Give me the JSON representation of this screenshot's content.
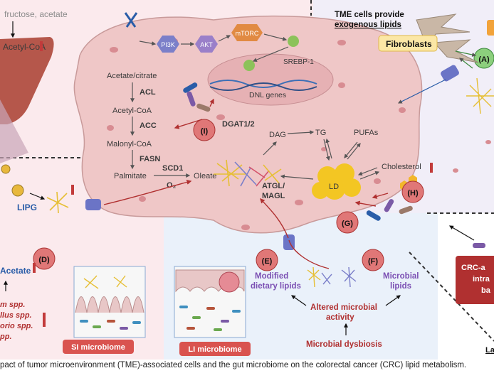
{
  "liver": {
    "inputs": "fructose, acetate",
    "product": "Acetyl-CoA"
  },
  "tme": {
    "title_line1": "TME cells provide",
    "title_line2": "exogenous lipids",
    "fibroblasts": "Fibroblasts",
    "label_a": "(A)"
  },
  "signaling": {
    "pi3k": "PI3K",
    "akt": "AKT",
    "mtorc": "mTORC",
    "srebp": "SREBP-1",
    "dnl_genes": "DNL genes"
  },
  "pathway": {
    "acetate_citrate": "Acetate/citrate",
    "acl": "ACL",
    "acetyl_coa": "Acetyl-CoA",
    "acc": "ACC",
    "malonyl_coa": "Malonyl-CoA",
    "fasn": "FASN",
    "palmitate": "Palmitate",
    "scd1": "SCD1",
    "o2": "O₂",
    "oleate": "Oleate",
    "dgat": "DGAT1/2",
    "dag": "DAG",
    "tg": "TG",
    "pufas": "PUFAs",
    "ld": "LD",
    "cholesterol": "Cholesterol",
    "atgl": "ATGL/",
    "magl": "MAGL"
  },
  "labels": {
    "i": "(I)",
    "h": "(H)",
    "g": "(G)",
    "e": "(E)",
    "f": "(F)",
    "d": "(D)"
  },
  "lipig": "LIPG",
  "microbiome": {
    "acetate": "Acetate",
    "spp1": "m spp.",
    "spp2": "llus spp.",
    "spp3": "orio spp.",
    "spp4": "pp.",
    "si": "SI microbiome",
    "li": "LI microbiome",
    "modified_line1": "Modified",
    "modified_line2": "dietary lipids",
    "microbial_line1": "Microbial",
    "microbial_line2": "lipids",
    "altered_line1": "Altered microbial",
    "altered_line2": "activity",
    "dysbiosis": "Microbial dysbiosis"
  },
  "crc": {
    "line1": "CRC-a",
    "line2": "intra",
    "line3": "ba",
    "la": "La"
  },
  "caption": "pact of tumor microenvironment (TME)-associated cells and the gut microbiome on the colorectal cancer (CRC) lipid metabolism."
}
